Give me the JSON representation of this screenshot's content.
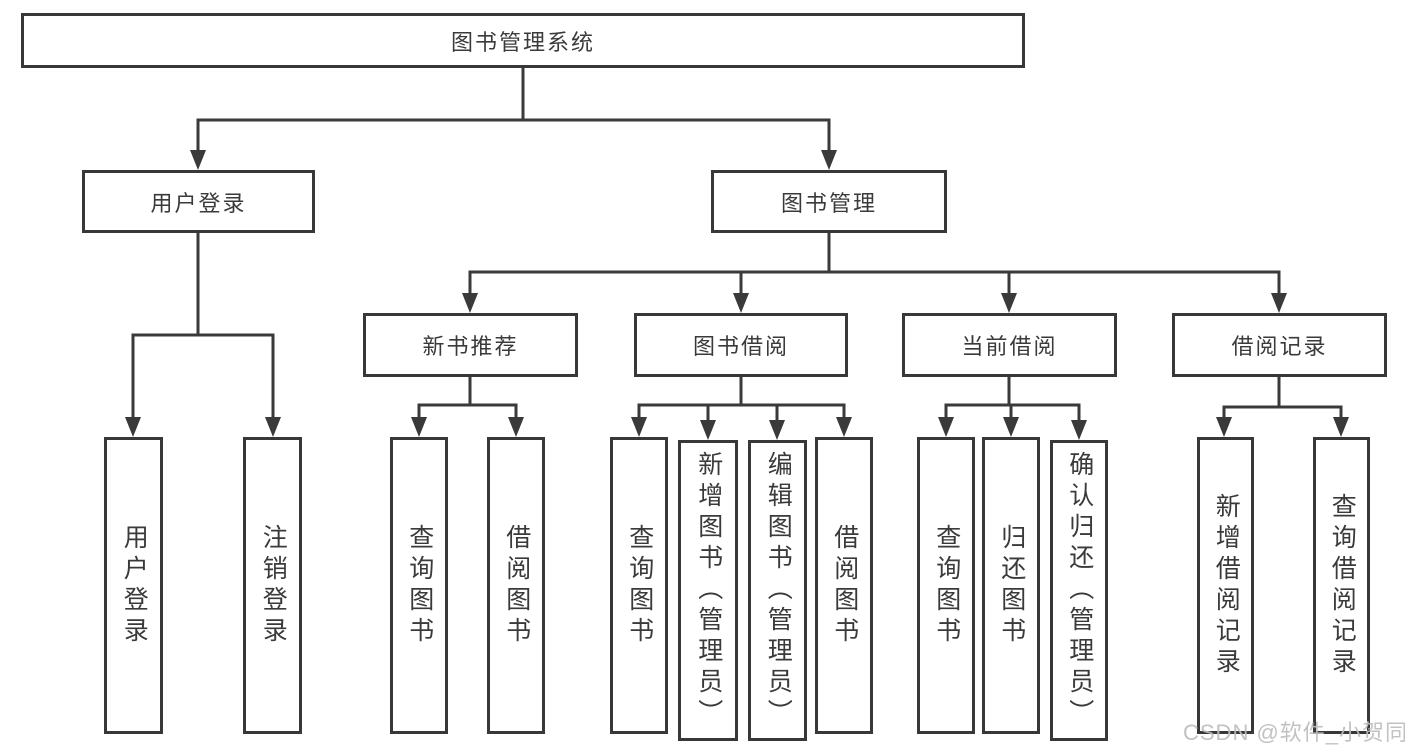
{
  "diagram": {
    "type": "hierarchy-tree",
    "root": "图书管理系统",
    "level2": [
      "用户登录",
      "图书管理"
    ],
    "level3": [
      "新书推荐",
      "图书借阅",
      "当前借阅",
      "借阅记录"
    ],
    "leaves": {
      "login": [
        "用户登录",
        "注销登录"
      ],
      "recommend": [
        "查询图书",
        "借阅图书"
      ],
      "borrow": [
        "查询图书",
        "新增图书（管理员）",
        "编辑图书（管理员）",
        "借阅图书"
      ],
      "current": [
        "查询图书",
        "归还图书",
        "确认归还（管理员）"
      ],
      "records": [
        "新增借阅记录",
        "查询借阅记录"
      ]
    },
    "edges": [
      [
        "图书管理系统",
        "用户登录"
      ],
      [
        "图书管理系统",
        "图书管理"
      ],
      [
        "用户登录",
        "用户登录(叶)"
      ],
      [
        "用户登录",
        "注销登录"
      ],
      [
        "图书管理",
        "新书推荐"
      ],
      [
        "图书管理",
        "图书借阅"
      ],
      [
        "图书管理",
        "当前借阅"
      ],
      [
        "图书管理",
        "借阅记录"
      ],
      [
        "新书推荐",
        "查询图书"
      ],
      [
        "新书推荐",
        "借阅图书"
      ],
      [
        "图书借阅",
        "查询图书"
      ],
      [
        "图书借阅",
        "新增图书（管理员）"
      ],
      [
        "图书借阅",
        "编辑图书（管理员）"
      ],
      [
        "图书借阅",
        "借阅图书"
      ],
      [
        "当前借阅",
        "查询图书"
      ],
      [
        "当前借阅",
        "归还图书"
      ],
      [
        "当前借阅",
        "确认归还（管理员）"
      ],
      [
        "借阅记录",
        "新增借阅记录"
      ],
      [
        "借阅记录",
        "查询借阅记录"
      ]
    ],
    "colors": {
      "line": "#3a3a3a",
      "box_border": "#383838",
      "box_fill": "#ffffff",
      "text": "#3a3a3a",
      "watermark": "#bdbdbd"
    }
  },
  "watermark": "CSDN @软件_小贺同学"
}
